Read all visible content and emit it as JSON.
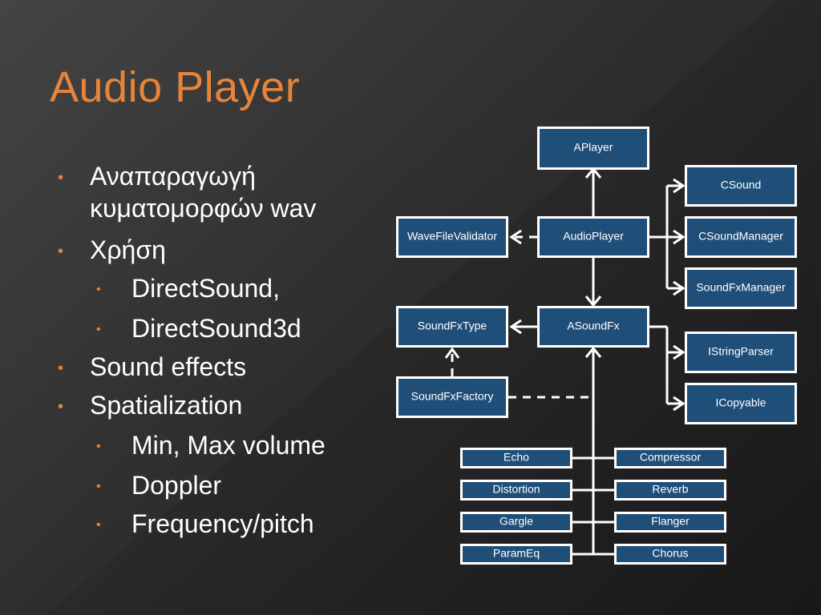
{
  "slide": {
    "title": "Audio Player",
    "bullets": [
      {
        "level": 1,
        "lines": [
          "Αναπαραγωγή",
          "κυματομορφών wav"
        ]
      },
      {
        "level": 1,
        "lines": [
          "Χρήση"
        ]
      },
      {
        "level": 2,
        "lines": [
          "DirectSound,"
        ]
      },
      {
        "level": 2,
        "lines": [
          "DirectSound3d"
        ]
      },
      {
        "level": 1,
        "lines": [
          "Sound effects"
        ]
      },
      {
        "level": 1,
        "lines": [
          "Spatialization"
        ]
      },
      {
        "level": 2,
        "lines": [
          "Min, Max volume"
        ]
      },
      {
        "level": 2,
        "lines": [
          "Doppler"
        ]
      },
      {
        "level": 2,
        "lines": [
          "Frequency/pitch"
        ]
      }
    ]
  },
  "diagram": {
    "nodes": {
      "aplayer": "APlayer",
      "csound": "CSound",
      "wavefilevalidator": "WaveFileValidator",
      "audioplayer": "AudioPlayer",
      "csoundmanager": "CSoundManager",
      "soundfxmanager": "SoundFxManager",
      "soundfxtype": "SoundFxType",
      "asoundfx": "ASoundFx",
      "istringparser": "IStringParser",
      "soundfxfactory": "SoundFxFactory",
      "icopyable": "ICopyable",
      "echo": "Echo",
      "compressor": "Compressor",
      "distortion": "Distortion",
      "reverb": "Reverb",
      "gargle": "Gargle",
      "flanger": "Flanger",
      "parameq": "ParamEq",
      "chorus": "Chorus"
    },
    "colors": {
      "box_fill": "#1f4e79",
      "box_border": "#ffffff",
      "title": "#e8843a"
    }
  }
}
